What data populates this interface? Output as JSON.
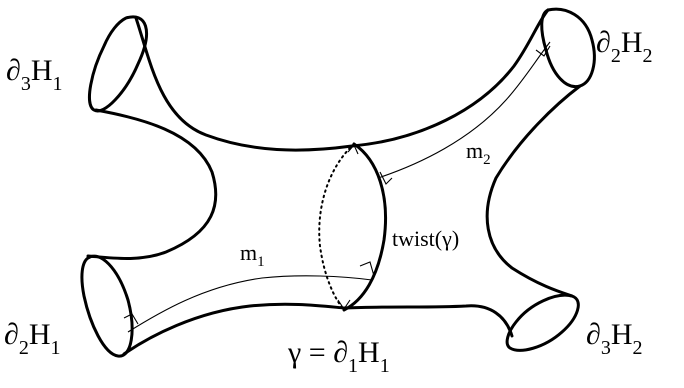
{
  "labels": {
    "d3H1": {
      "sym": "∂",
      "index": "3",
      "letter": "H",
      "sub": "1"
    },
    "d2H2": {
      "sym": "∂",
      "index": "2",
      "letter": "H",
      "sub": "2"
    },
    "d2H1": {
      "sym": "∂",
      "index": "2",
      "letter": "H",
      "sub": "1"
    },
    "d3H2": {
      "sym": "∂",
      "index": "3",
      "letter": "H",
      "sub": "2"
    },
    "gamma": {
      "prefix": "γ = ",
      "sym": "∂",
      "index": "1",
      "letter": "H",
      "sub": "1"
    },
    "m1": {
      "letter": "m",
      "sub": "1"
    },
    "m2": {
      "letter": "m",
      "sub": "2"
    },
    "twist": "twist(γ)"
  }
}
